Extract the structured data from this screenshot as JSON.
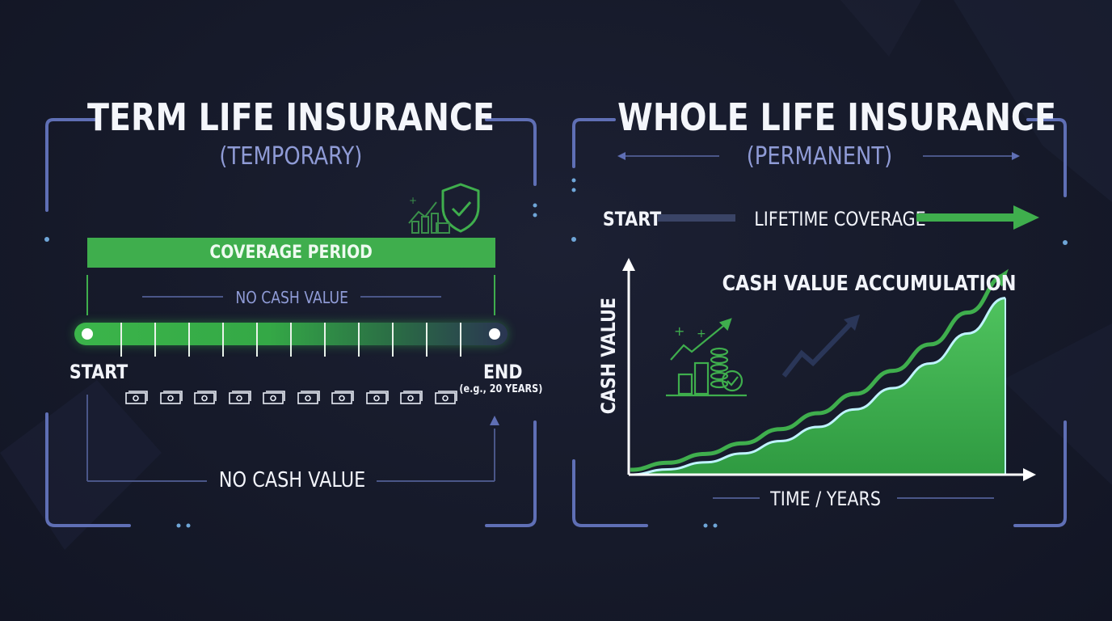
{
  "colors": {
    "background": "#161a2a",
    "frame": "#5f6fb5",
    "accent_green": "#3fae4d",
    "subtitle": "#8f9bd6",
    "text": "#f4f6fb"
  },
  "term": {
    "title": "TERM LIFE INSURANCE",
    "subtitle": "(TEMPORARY)",
    "coverage_label": "COVERAGE PERIOD",
    "no_cash_value_top": "NO CASH VALUE",
    "start": "START",
    "end": "END",
    "end_note": "(e.g., 20 YEARS)",
    "no_cash_value_bottom": "NO CASH VALUE",
    "icons": [
      "shield-check-icon",
      "growth-chart-icon",
      "cash-bill-icon"
    ],
    "bill_count": 10
  },
  "whole": {
    "title": "WHOLE LIFE INSURANCE",
    "subtitle": "(PERMANENT)",
    "start": "START",
    "lifetime": "LIFETIME COVERAGE",
    "icons": [
      "coin-stack-growth-icon",
      "trend-arrow-icon"
    ]
  },
  "chart_data": {
    "type": "area",
    "title": "CASH VALUE ACCUMULATION",
    "xlabel": "TIME / YEARS",
    "ylabel": "CASH VALUE",
    "shape": "exponential growth",
    "x": [
      0,
      0.1,
      0.2,
      0.3,
      0.4,
      0.5,
      0.6,
      0.7,
      0.8,
      0.9,
      1.0
    ],
    "values": [
      0.0,
      0.03,
      0.07,
      0.12,
      0.19,
      0.27,
      0.37,
      0.49,
      0.63,
      0.8,
      1.0
    ],
    "ylim": [
      0,
      1.2
    ],
    "grid": false
  }
}
